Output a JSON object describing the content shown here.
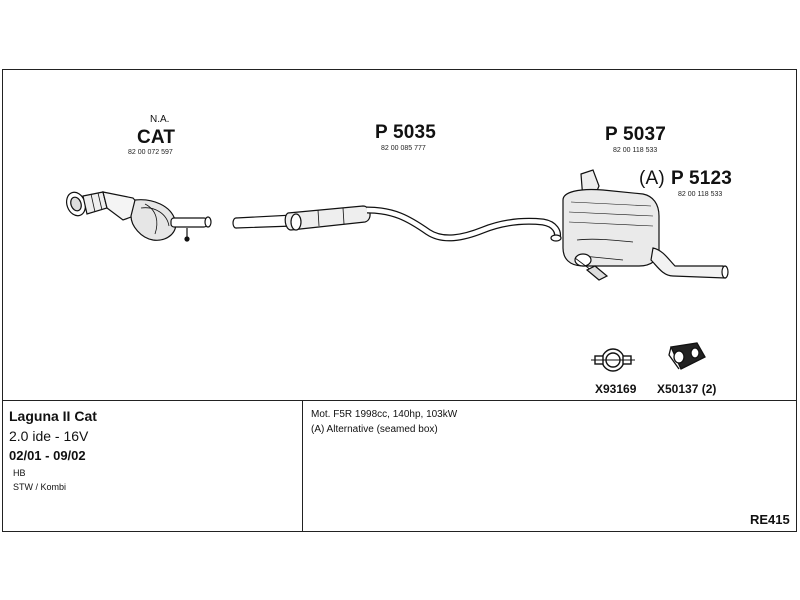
{
  "parts": {
    "cat": {
      "prefix": "N.A.",
      "label": "CAT",
      "oe_number": "82 00 072 597"
    },
    "middle": {
      "label": "P 5035",
      "oe_number": "82 00 085 777"
    },
    "rear": {
      "label": "P 5037",
      "oe_number": "82 00 118 533"
    },
    "rear_alt": {
      "marker": "(A)",
      "label": "P 5123",
      "oe_number": "82 00 118 533"
    }
  },
  "accessories": [
    {
      "code": "X93169",
      "icon": "clamp-icon"
    },
    {
      "code": "X50137 (2)",
      "icon": "rubber-hanger-icon"
    }
  ],
  "vehicle": {
    "model": "Laguna II Cat",
    "engine": "2.0 ide - 16V",
    "years": "02/01 - 09/02",
    "body_types": [
      "HB",
      "STW / Kombi"
    ]
  },
  "notes": [
    "Mot. F5R 1998cc, 140hp, 103kW",
    "(A) Alternative (seamed box)"
  ],
  "reference": "RE415"
}
